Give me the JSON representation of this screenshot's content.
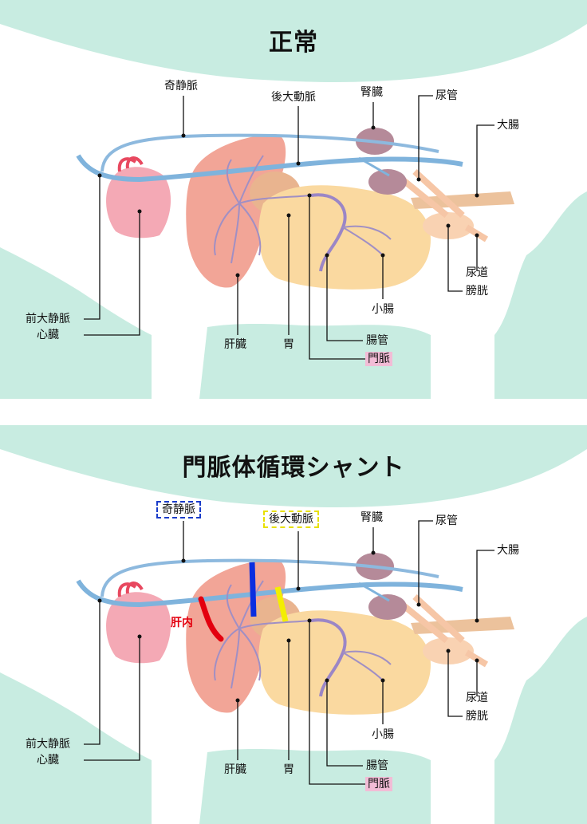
{
  "panels": [
    {
      "title": "正常",
      "labels": {
        "azygos": "奇静脈",
        "caudal_vena_cava": "後大動脈",
        "kidney": "腎臓",
        "ureter": "尿管",
        "large_intestine": "大腸",
        "cranial_vena_cava": "前大静脈",
        "heart": "心臓",
        "liver": "肝臓",
        "stomach": "胃",
        "small_intestine": "小腸",
        "intestinal_vessels": "腸管",
        "portal_vein": "門脈",
        "urethra": "尿道",
        "bladder": "膀胱"
      }
    },
    {
      "title": "門脈体循環シャント",
      "labels": {
        "azygos": "奇静脈",
        "caudal_vena_cava": "後大動脈",
        "kidney": "腎臓",
        "ureter": "尿管",
        "large_intestine": "大腸",
        "cranial_vena_cava": "前大静脈",
        "heart": "心臓",
        "liver": "肝臓",
        "stomach": "胃",
        "small_intestine": "小腸",
        "intestinal_vessels": "腸管",
        "portal_vein": "門脈",
        "urethra": "尿道",
        "bladder": "膀胱",
        "intrahepatic": "肝内"
      }
    }
  ],
  "colors": {
    "background": "#c8ece1",
    "body": "#ffffff",
    "vessel": "#7fb3dc",
    "portal": "#9b86c6",
    "liver": "#f2a597",
    "intestine": "#fad9a0",
    "heart": "#f4a9b5",
    "kidney": "#b58a99",
    "shunt_intrahepatic": "#e3000f",
    "shunt_azygos": "#0a2ee0",
    "shunt_caval": "#f3ee00"
  }
}
